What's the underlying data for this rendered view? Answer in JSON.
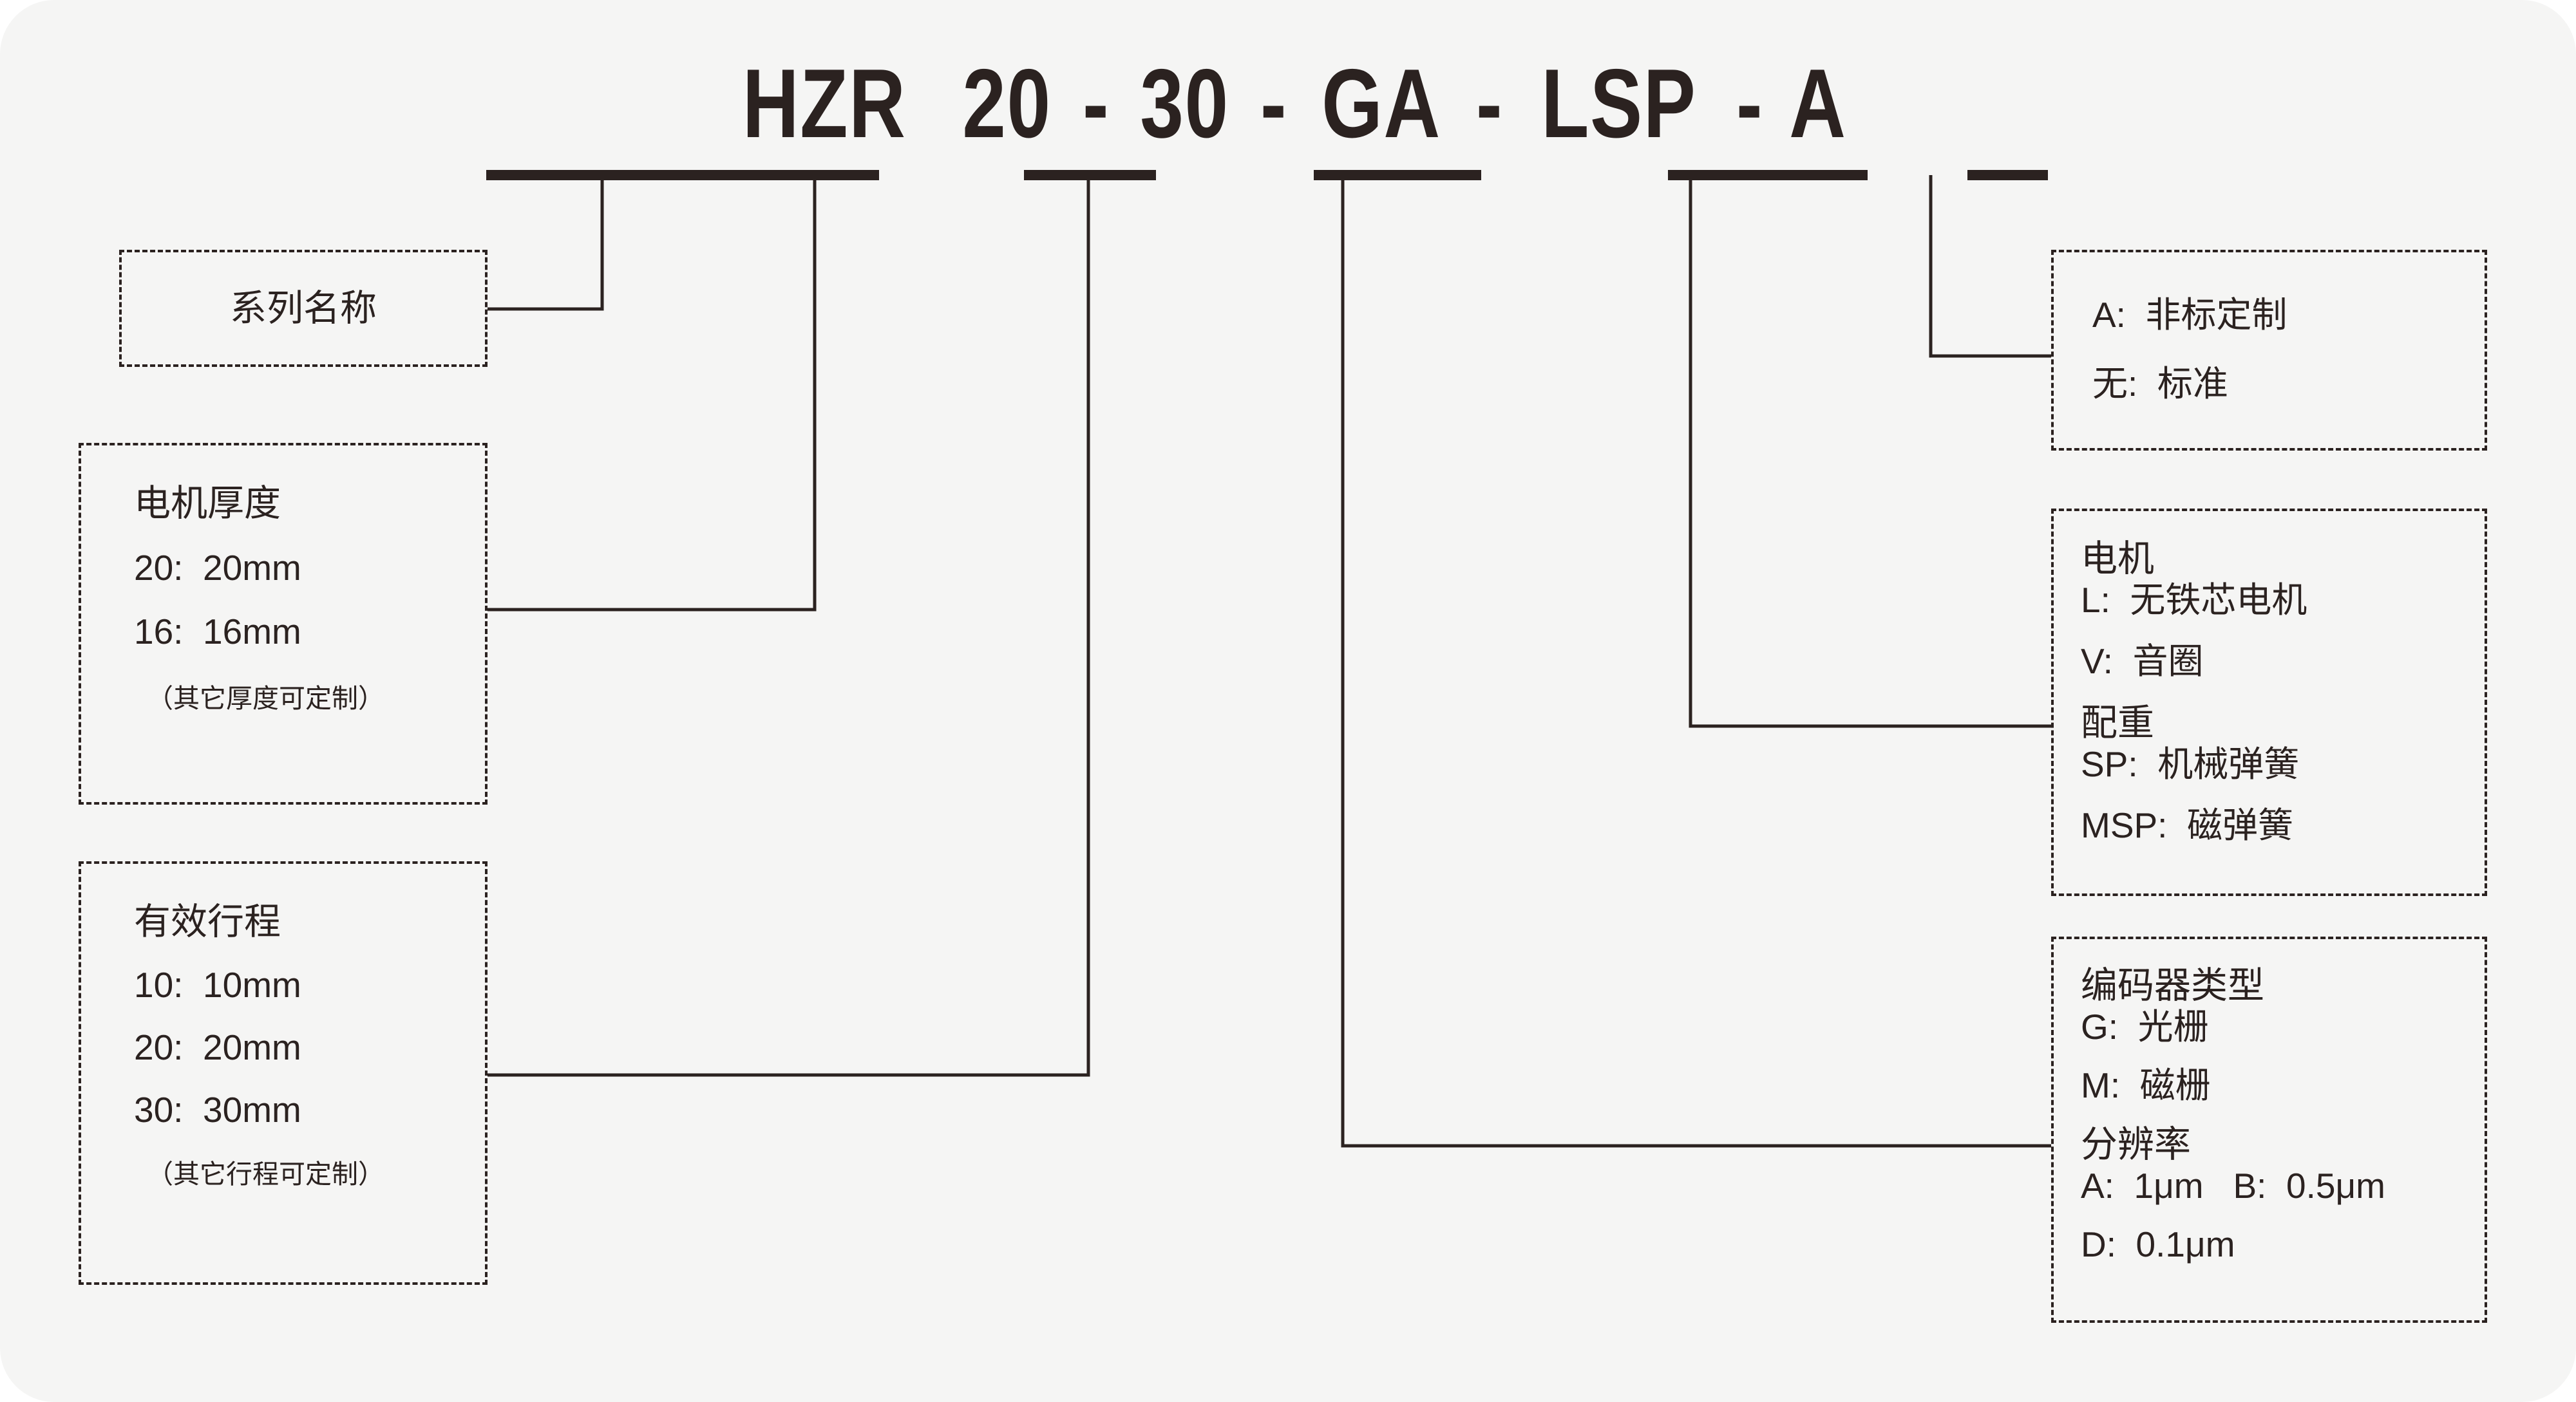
{
  "model_code": {
    "segments": [
      "HZR",
      "20",
      "30",
      "GA",
      "LSP",
      "A"
    ],
    "separator": "-",
    "full": "HZR 20 - 30 - GA - LSP - A"
  },
  "colors": {
    "ink": "#2b2220",
    "page_background": "#f5f5f4",
    "outside_background": "#ffffff"
  },
  "callouts": {
    "series": {
      "title": "系列名称"
    },
    "motor_thickness": {
      "title": "电机厚度",
      "options": [
        "20:  20mm",
        "16:  16mm"
      ],
      "note": "（其它厚度可定制）"
    },
    "effective_stroke": {
      "title": "有效行程",
      "options": [
        "10:  10mm",
        "20:  20mm",
        "30:  30mm"
      ],
      "note": "（其它行程可定制）"
    },
    "custom": {
      "line1": "A:  非标定制",
      "line2": "无:  标准"
    },
    "motor": {
      "title": "电机",
      "options": [
        "L:  无铁芯电机",
        "V:  音圈"
      ],
      "counterweight_title": "配重",
      "counterweight_options": [
        "SP:  机械弹簧",
        "MSP:  磁弹簧"
      ]
    },
    "encoder": {
      "title": "编码器类型",
      "options": [
        "G:  光栅",
        "M:  磁栅"
      ],
      "resolution_title": "分辨率",
      "resolution_options": [
        "A:  1μm   B:  0.5μm",
        "D:  0.1μm"
      ]
    }
  }
}
